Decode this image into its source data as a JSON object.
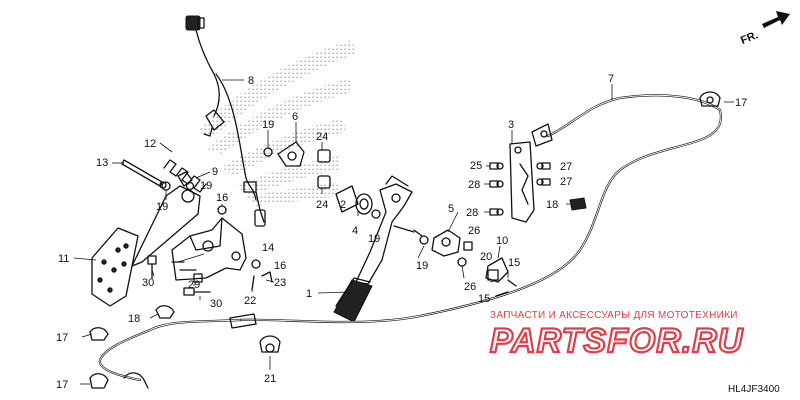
{
  "callouts": [
    {
      "id": "c8",
      "text": "8"
    },
    {
      "id": "c7",
      "text": "7"
    },
    {
      "id": "c17a",
      "text": "17"
    },
    {
      "id": "c3",
      "text": "3"
    },
    {
      "id": "c6",
      "text": "6"
    },
    {
      "id": "c19a",
      "text": "19"
    },
    {
      "id": "c12",
      "text": "12"
    },
    {
      "id": "c24a",
      "text": "24"
    },
    {
      "id": "c13",
      "text": "13"
    },
    {
      "id": "c9",
      "text": "9"
    },
    {
      "id": "c19b",
      "text": "19"
    },
    {
      "id": "c25",
      "text": "25"
    },
    {
      "id": "c27a",
      "text": "27"
    },
    {
      "id": "c28a",
      "text": "28"
    },
    {
      "id": "c27b",
      "text": "27"
    },
    {
      "id": "c19c",
      "text": "19"
    },
    {
      "id": "c16a",
      "text": "16"
    },
    {
      "id": "c24b",
      "text": "24"
    },
    {
      "id": "c2",
      "text": "2"
    },
    {
      "id": "c18a",
      "text": "18"
    },
    {
      "id": "c4",
      "text": "4"
    },
    {
      "id": "c19d",
      "text": "19"
    },
    {
      "id": "c28b",
      "text": "28"
    },
    {
      "id": "c5",
      "text": "5"
    },
    {
      "id": "c14",
      "text": "14"
    },
    {
      "id": "c26a",
      "text": "26"
    },
    {
      "id": "c10",
      "text": "10"
    },
    {
      "id": "c11",
      "text": "11"
    },
    {
      "id": "c30a",
      "text": "30"
    },
    {
      "id": "c16b",
      "text": "16"
    },
    {
      "id": "c19e",
      "text": "19"
    },
    {
      "id": "c20",
      "text": "20"
    },
    {
      "id": "c15a",
      "text": "15"
    },
    {
      "id": "c23",
      "text": "23"
    },
    {
      "id": "c29",
      "text": "29"
    },
    {
      "id": "c26b",
      "text": "26"
    },
    {
      "id": "c1",
      "text": "1"
    },
    {
      "id": "c22",
      "text": "22"
    },
    {
      "id": "c15b",
      "text": "15"
    },
    {
      "id": "c30b",
      "text": "30"
    },
    {
      "id": "c18b",
      "text": "18"
    },
    {
      "id": "c17b",
      "text": "17"
    },
    {
      "id": "c21",
      "text": "21"
    },
    {
      "id": "c17c",
      "text": "17"
    }
  ],
  "direction_label": "FR.",
  "diagram_code": "HL4JF3400",
  "watermark": {
    "tagline": "ЗАПЧАСТИ И АКСЕССУАРЫ ДЛЯ МОТОТЕХНИКИ",
    "logo": "PARTSFOR.RU"
  },
  "colors": {
    "ink": "#111111",
    "watermark": "#e43b47",
    "background": "#ffffff"
  }
}
